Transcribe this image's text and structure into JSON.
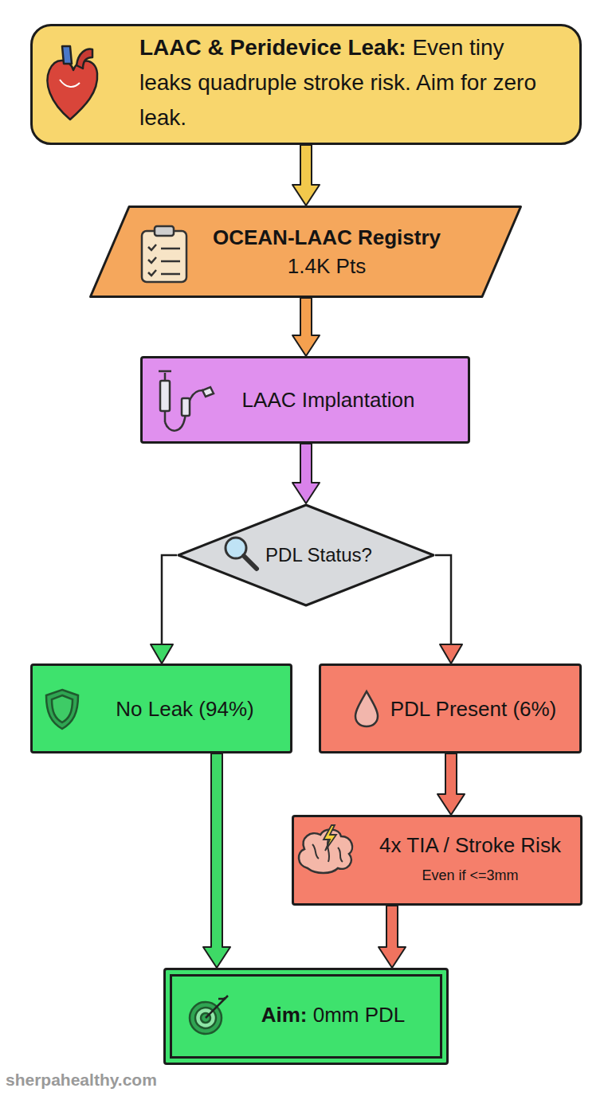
{
  "diagram": {
    "nodes": [
      {
        "text": [
          "LAAC & Peridevice Leak:",
          "Even tiny leaks quadruple stroke risk. Aim for zero leak."
        ]
      },
      {
        "text": [
          "OCEAN-LAAC Registry",
          "1.4K Pts"
        ]
      },
      {
        "text": [
          "LAAC Implantation"
        ]
      },
      {
        "text": [
          "PDL Status?"
        ]
      },
      {
        "text": [
          "No Leak (94%)"
        ]
      },
      {
        "text": [
          "PDL Present (6%)"
        ]
      },
      {
        "text": [
          "4x TIA / Stroke Risk",
          "Even if <=3mm"
        ]
      },
      {
        "text": [
          "Aim:",
          "0mm PDL"
        ]
      }
    ],
    "edges": [
      {
        "from": 0,
        "to": 1,
        "arrow": "to"
      },
      {
        "from": 1,
        "to": 2,
        "arrow": "to"
      },
      {
        "from": 2,
        "to": 3,
        "arrow": "to"
      },
      {
        "from": 3,
        "to": 4,
        "arrow": "to"
      },
      {
        "from": 3,
        "to": 5,
        "arrow": "to"
      },
      {
        "from": 4,
        "to": 7,
        "arrow": "to"
      },
      {
        "from": 5,
        "to": 6,
        "arrow": "to"
      },
      {
        "from": 6,
        "to": 7,
        "arrow": "to"
      }
    ],
    "labels": [
      "sherpahealthy.com"
    ]
  }
}
